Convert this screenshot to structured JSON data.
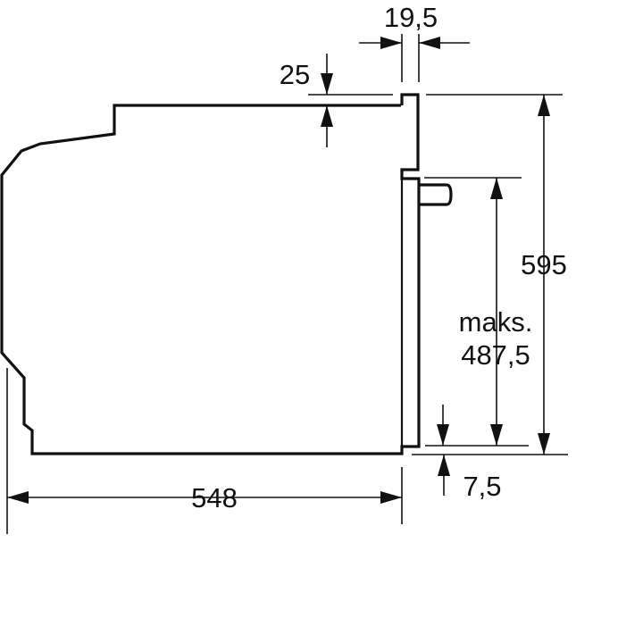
{
  "dimensions": {
    "door_thickness": "19,5",
    "top_gap": "25",
    "total_height": "595",
    "max_label": "maks.",
    "max_height": "487,5",
    "bottom_offset": "7,5",
    "depth": "548"
  },
  "line_color": "#111111"
}
